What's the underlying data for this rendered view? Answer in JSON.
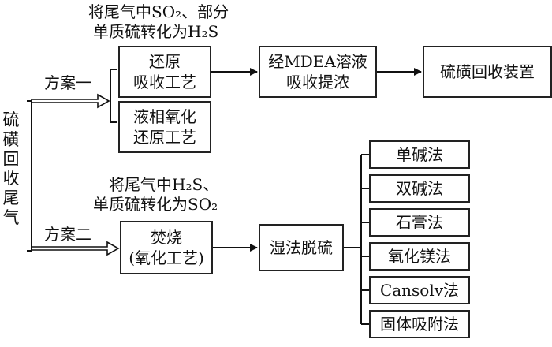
{
  "left_title": "硫磺回收尾气",
  "scheme1": {
    "label": "方案一",
    "note_line1": "将尾气中SO₂、部分",
    "note_line2": "单质硫转化为H₂S",
    "box_reduction_absorb": [
      "还原",
      "吸收工艺"
    ],
    "box_liquid_oxidation": [
      "液相氧化",
      "还原工艺"
    ],
    "box_mdea": [
      "经MDEA溶液",
      "吸收提浓"
    ],
    "box_sulfur_recovery": "硫磺回收装置"
  },
  "scheme2": {
    "label": "方案二",
    "note_line1": "将尾气中H₂S、",
    "note_line2": "单质硫转化为SO₂",
    "box_incineration": [
      "焚烧",
      "(氧化工艺)"
    ],
    "box_wet_desulf": "湿法脱硫",
    "methods": [
      "单碱法",
      "双碱法",
      "石膏法",
      "氧化镁法",
      "Cansolv法",
      "固体吸附法"
    ]
  }
}
